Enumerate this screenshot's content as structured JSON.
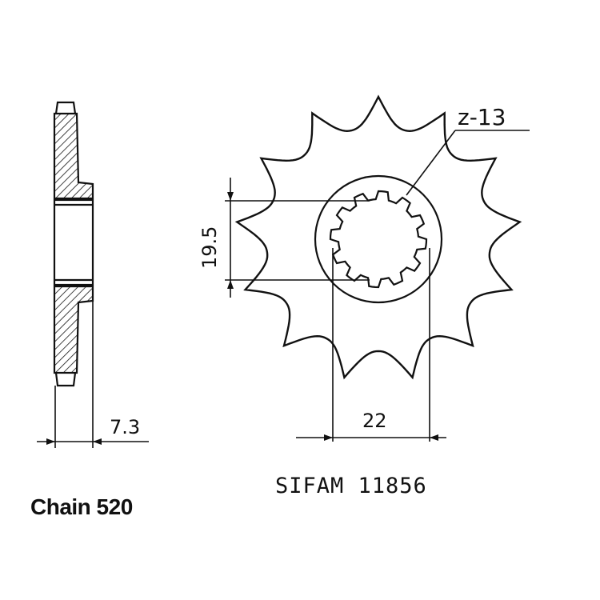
{
  "sprocket": {
    "teeth_label": "z-13",
    "teeth": 13,
    "inner_dimension": "19.5",
    "spline_dimension": "22",
    "thickness_dimension": "7.3"
  },
  "labels": {
    "chain": "Chain 520",
    "reference": "SIFAM  11856"
  }
}
